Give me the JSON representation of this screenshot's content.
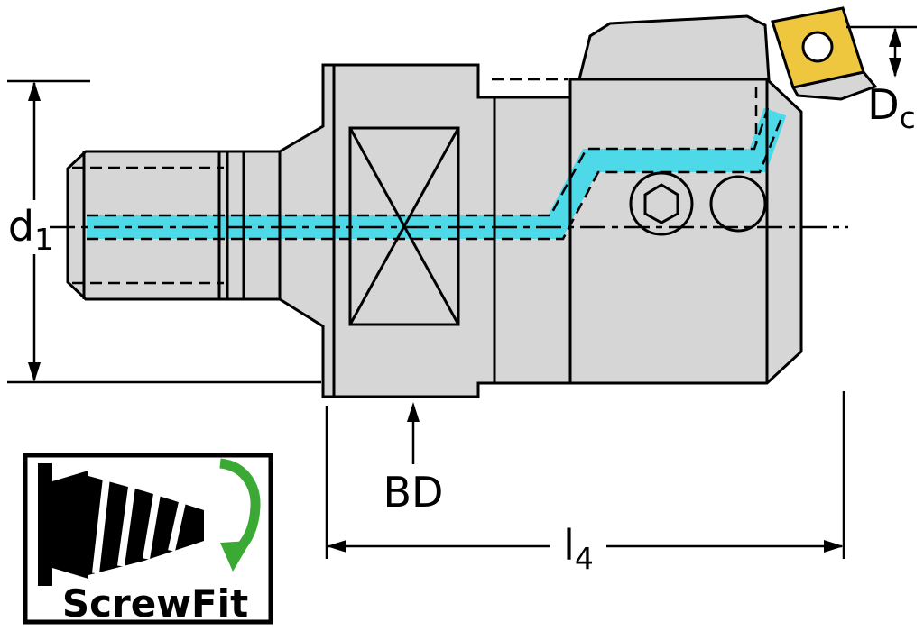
{
  "drawing": {
    "dimensions": {
      "d1": {
        "base": "d",
        "sub": "1"
      },
      "dc": {
        "base": "D",
        "sub": "c"
      },
      "bd": {
        "label": "BD"
      },
      "l4": {
        "base": "l",
        "sub": "4"
      }
    },
    "logo": {
      "text": "ScrewFit"
    }
  },
  "colors": {
    "outline": "#000000",
    "body": "#d6d6d6",
    "coolant": "#4ed9e9",
    "insert": "#eec73e",
    "green": "#3aaa35",
    "background": "#ffffff"
  },
  "icons": {
    "shank": "screwfit-shank-icon",
    "rotation": "rotation-arrow-icon"
  }
}
